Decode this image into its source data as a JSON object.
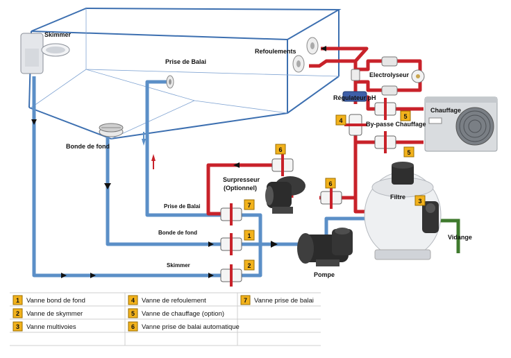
{
  "labels": {
    "skimmer": "Skimmer",
    "prise_balai": "Prise de Balai",
    "refoulements": "Refoulements",
    "electrolyseur": "Electrolyseur",
    "regulateur": "Régulateur pH",
    "chauffage": "Chauffage",
    "bypass": "By-passe Chauffage",
    "bonde_fond": "Bonde de fond",
    "surpresseur": "Surpresseur",
    "optionnel": "(Optionnel)",
    "filtre": "Filtre",
    "vidange": "Vidange",
    "pompe": "Pompe",
    "pipe_prise_balai": "Prise de Balai",
    "pipe_bonde_fond": "Bonde de fond",
    "pipe_skimmer": "Skimmer"
  },
  "valve_numbers": {
    "v1": "1",
    "v2": "2",
    "v3": "3",
    "v4": "4",
    "v5a": "5",
    "v5b": "5",
    "v6a": "6",
    "v6b": "6",
    "v7": "7"
  },
  "legend": [
    {
      "num": "1",
      "text": "Vanne bond de fond"
    },
    {
      "num": "2",
      "text": "Vanne de skymmer"
    },
    {
      "num": "3",
      "text": "Vanne multivoies"
    },
    {
      "num": "4",
      "text": "Vanne de refoulement"
    },
    {
      "num": "5",
      "text": "Vanne de chauffage (option)"
    },
    {
      "num": "6",
      "text": "Vanne prise de balai automatique"
    },
    {
      "num": "7",
      "text": "Vanne prise de balai"
    }
  ],
  "colors": {
    "cold_pipe": "#5b8fc7",
    "hot_pipe": "#c8222a",
    "drain_pipe": "#3f7a2e",
    "pool_outline": "#3c6fb0",
    "legend_badge": "#f2b21c"
  }
}
